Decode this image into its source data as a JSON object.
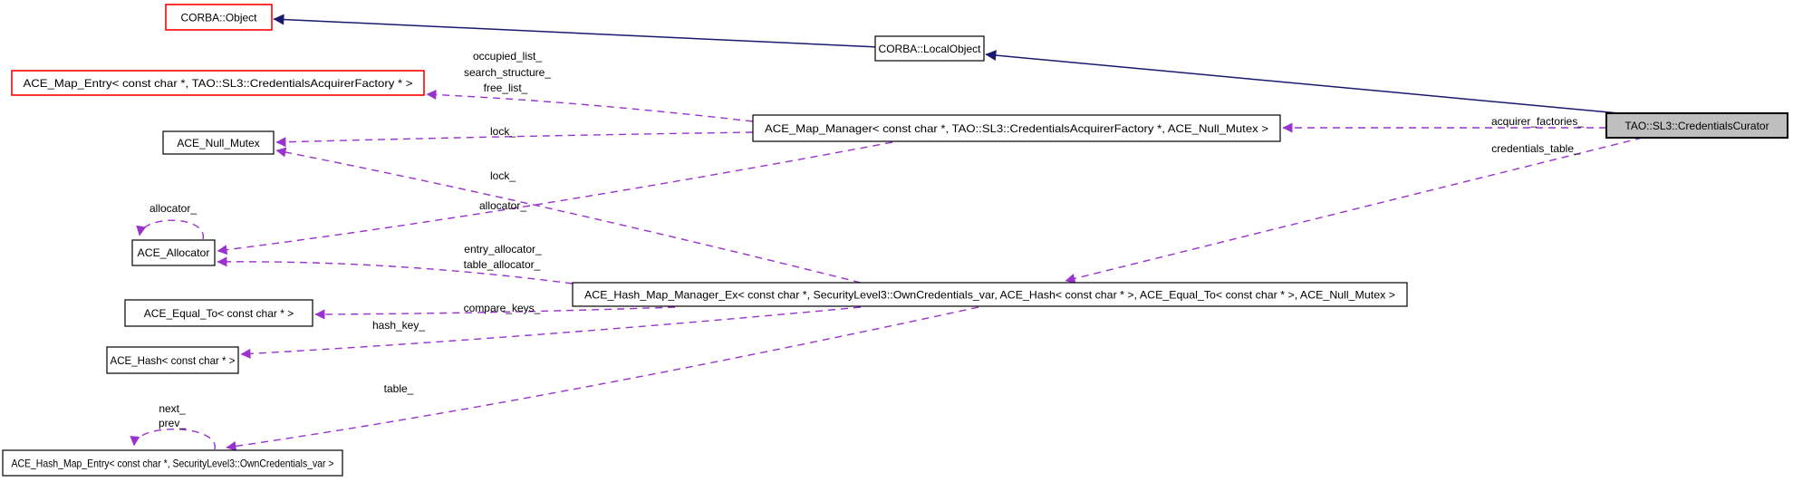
{
  "diagram": {
    "type": "doxygen-collaboration-graph",
    "nodes": {
      "corba_object": {
        "label": "CORBA::Object"
      },
      "corba_local_object": {
        "label": "CORBA::LocalObject"
      },
      "map_entry": {
        "label": "ACE_Map_Entry< const char *, TAO::SL3::CredentialsAcquirerFactory * >"
      },
      "null_mutex": {
        "label": "ACE_Null_Mutex"
      },
      "allocator": {
        "label": "ACE_Allocator"
      },
      "equal_to": {
        "label": "ACE_Equal_To< const char * >"
      },
      "hash": {
        "label": "ACE_Hash< const char * >"
      },
      "hash_map_entry": {
        "label": "ACE_Hash_Map_Entry< const char *, SecurityLevel3::OwnCredentials_var >"
      },
      "map_manager": {
        "label": "ACE_Map_Manager< const char *, TAO::SL3::CredentialsAcquirerFactory *, ACE_Null_Mutex >"
      },
      "hash_map_manager_ex": {
        "label": "ACE_Hash_Map_Manager_Ex< const char *, SecurityLevel3::OwnCredentials_var, ACE_Hash< const char * >, ACE_Equal_To< const char * >, ACE_Null_Mutex >"
      },
      "credentials_curator": {
        "label": "TAO::SL3::CredentialsCurator"
      }
    },
    "edge_labels": {
      "occupied_list": "occupied_list_",
      "search_structure": "search_structure_",
      "free_list": "free_list_",
      "lock_map_manager": "lock_",
      "lock_hash_map": "lock_",
      "allocator_map_manager": "allocator_",
      "allocator_self": "allocator_",
      "entry_allocator": "entry_allocator_",
      "table_allocator": "table_allocator_",
      "compare_keys": "compare_keys_",
      "hash_key": "hash_key_",
      "table": "table_",
      "next": "next_",
      "prev": "prev_",
      "acquirer_factories": "acquirer_factories_",
      "credentials_table": "credentials_table_"
    },
    "colors": {
      "inheritance_edge": "#191970",
      "usage_edge": "#9a32cd",
      "selected_node_fill": "#bfbfbf",
      "external_node_border": "#ff0000",
      "node_border": "#000000",
      "background": "#ffffff"
    }
  }
}
